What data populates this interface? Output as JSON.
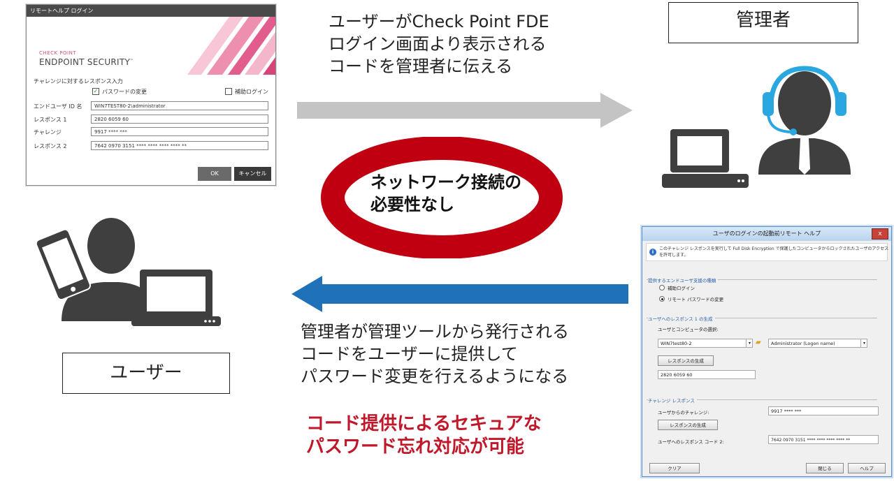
{
  "login_dialog": {
    "title": "リモートヘルプ ログイン",
    "brand_small": "CHECK POINT",
    "brand_large": "ENDPOINT SECURITY",
    "brand_tm": "™",
    "section": "チャレンジに対するレスポンス入力",
    "check_password_label": "パスワードの変更",
    "check_assist_label": "補助ログイン",
    "fields": [
      {
        "label": "エンドユーザ ID 名",
        "value": "WIN7TEST80-2\\administrator"
      },
      {
        "label": "レスポンス 1",
        "value": "2820 6059 60"
      },
      {
        "label": "チャレンジ",
        "value": "9917 **** ***"
      },
      {
        "label": "レスポンス 2",
        "value": "7642 0970 3151 **** **** **** **** **"
      }
    ],
    "ok_label": "OK",
    "cancel_label": "キャンセル"
  },
  "help_dialog": {
    "title": "ユーザのログインの起動前リモート ヘルプ",
    "close_glyph": "x",
    "info_text": "このチャレンジ レスポンスを実行して Full Disk Encryption で保護したコンピュータからロックされたユーザのアクセスを許可します。",
    "group1_label": "提供するエンドユーザ支援の種類",
    "radio1_label": "補助ログイン",
    "radio2_label": "リモート パスワードの変更",
    "group2_label": "ユーザへのレスポンス 1 の生成",
    "select_label": "ユーザとコンピュータの選択:",
    "computer_value": "WIN7test80-2",
    "user_value": "Administrator (Logon name)",
    "gen_button_label": "レスポンスの生成",
    "response1_value": "2820 6059 60",
    "group3_label": "チャレンジ レスポンス",
    "challenge_label": "ユーザからのチャレンジ:",
    "challenge_value": "9917 **** ***",
    "gen_button2_label": "レスポンスの生成",
    "response2_label": "ユーザへのレスポンス コード 2:",
    "response2_value": "7642 0970 3151 **** **** **** **** **",
    "clear_label": "クリア",
    "close_label": "閉じる",
    "help_label": "ヘルプ"
  },
  "top_note": [
    "ユーザーがCheck Point FDE",
    "ログイン画面より表示される",
    "コードを管理者に伝える"
  ],
  "bottom_note": [
    "管理者が管理ツールから発行される",
    "コードをユーザーに提供して",
    "パスワード変更を行えるようになる"
  ],
  "emphasis": [
    "コード提供によるセキュアな",
    "パスワード忘れ対応が可能"
  ],
  "ellipse_label": [
    "ネットワーク接続の",
    "必要性なし"
  ],
  "admin_label": "管理者",
  "user_label": "ユーザー",
  "colors": {
    "arrow_gray": "#c4c4c4",
    "arrow_blue": "#1f72b8",
    "ring_red": "#c00010",
    "emphasis_red": "#c0182a",
    "icon_dark": "#3f3f3f",
    "headset_blue": "#2aa7e0"
  }
}
